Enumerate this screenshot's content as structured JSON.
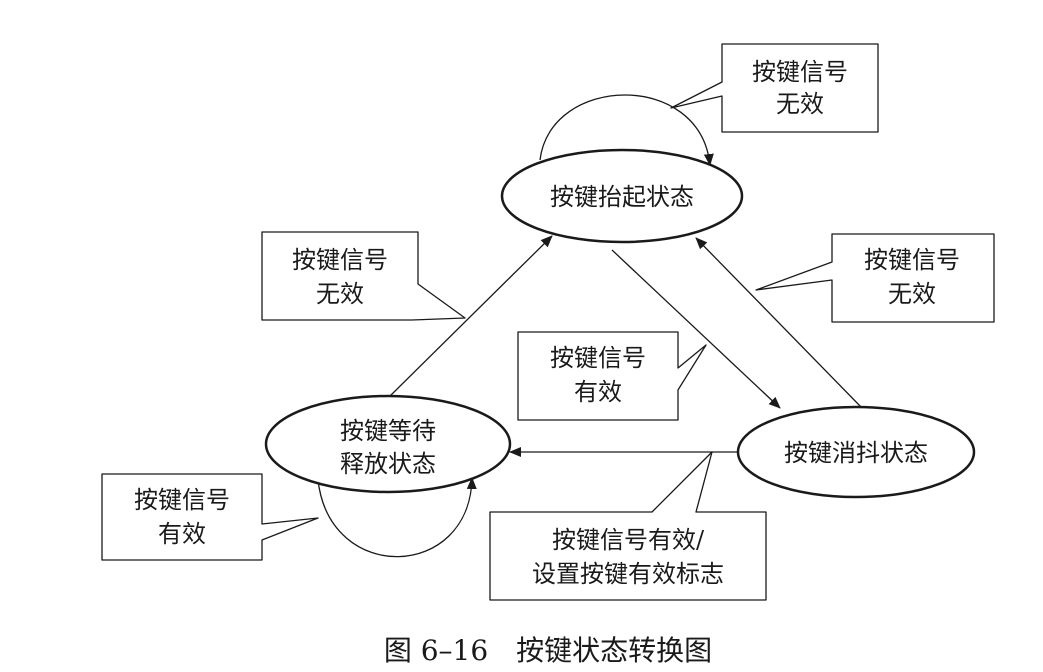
{
  "states": {
    "released": "按键抬起状态",
    "debounce": "按键消抖状态",
    "wait_release": [
      "按键等待",
      "释放状态"
    ]
  },
  "labels": {
    "top_self_loop": [
      "按键信号",
      "无效"
    ],
    "left_edge": [
      "按键信号",
      "无效"
    ],
    "middle_edge": [
      "按键信号",
      "有效"
    ],
    "right_edge": [
      "按键信号",
      "无效"
    ],
    "bottom_self_loop": [
      "按键信号",
      "有效"
    ],
    "bottom_edge": [
      "按键信号有效/",
      "设置按键有效标志"
    ]
  },
  "caption": "图 6–16　按键状态转换图"
}
